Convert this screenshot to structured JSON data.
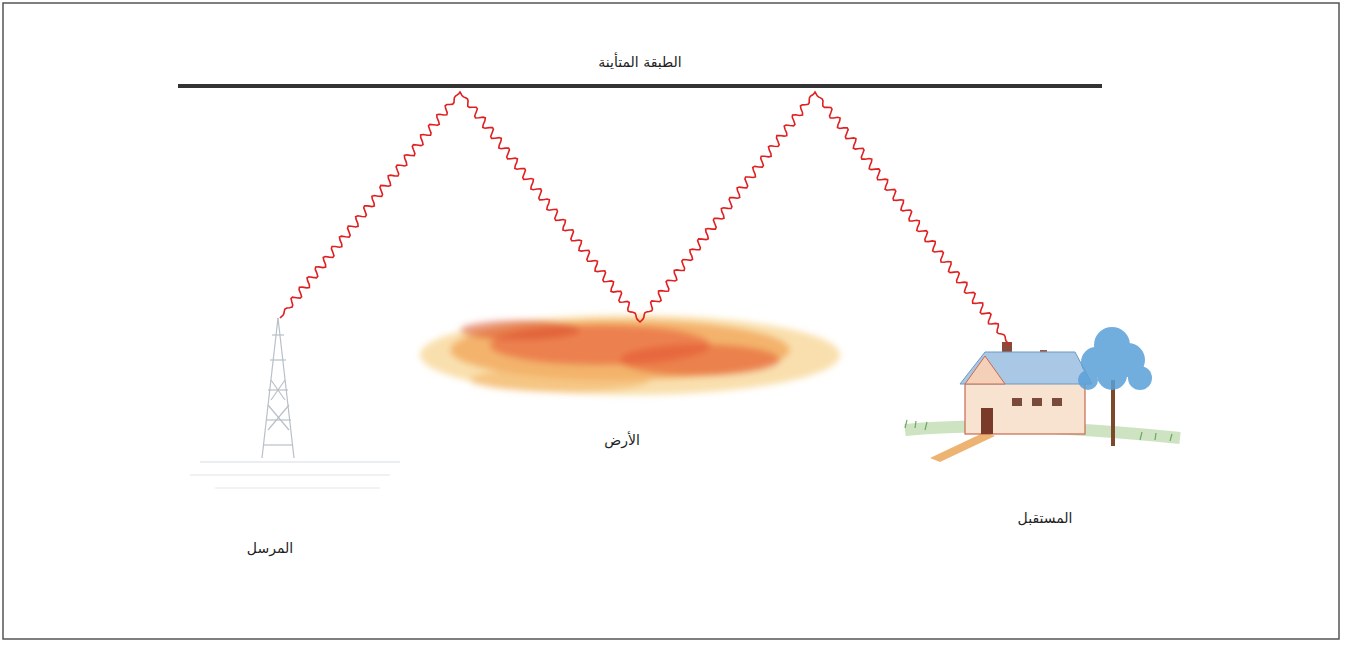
{
  "diagram": {
    "labels": [
      "الطبقة المتأينة",
      "الأرض",
      "المرسل",
      "المستقبل"
    ]
  }
}
